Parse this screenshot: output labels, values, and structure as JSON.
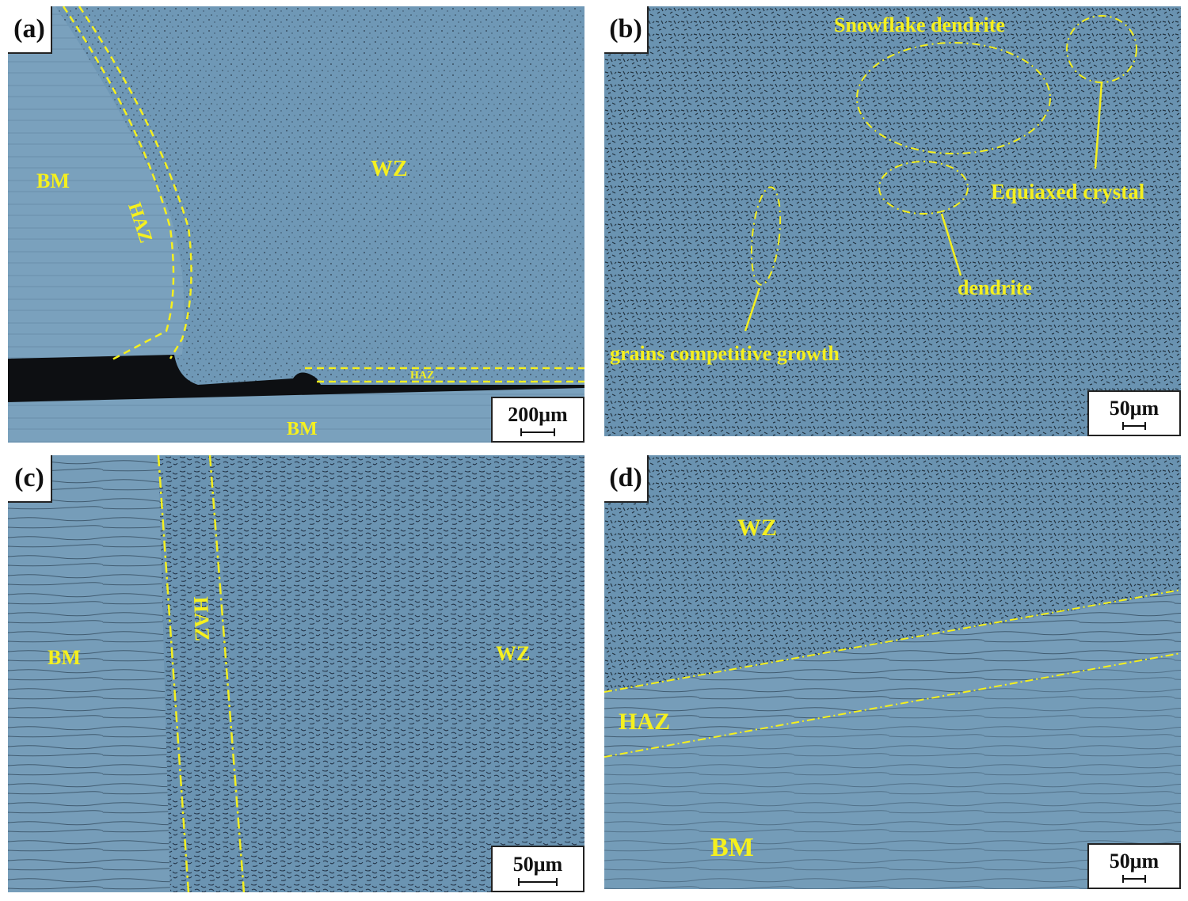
{
  "colors": {
    "annotation": "#f5f01e",
    "specimen": "#6f98b6"
  },
  "panels": {
    "a": {
      "tag": "(a)",
      "scale": "200μm",
      "labels": {
        "bm_left": "BM",
        "haz_left": "HAZ",
        "wz": "WZ",
        "haz_bottom": "HAZ",
        "bm_bottom": "BM"
      }
    },
    "b": {
      "tag": "(b)",
      "scale": "50μm",
      "labels": {
        "snowflake": "Snowflake dendrite",
        "equiaxed": "Equiaxed crystal",
        "dendrite": "dendrite",
        "grains": "grains competitive growth"
      }
    },
    "c": {
      "tag": "(c)",
      "scale": "50μm",
      "labels": {
        "bm": "BM",
        "haz": "HAZ",
        "wz": "WZ"
      }
    },
    "d": {
      "tag": "(d)",
      "scale": "50μm",
      "labels": {
        "wz": "WZ",
        "haz": "HAZ",
        "bm": "BM"
      }
    }
  }
}
